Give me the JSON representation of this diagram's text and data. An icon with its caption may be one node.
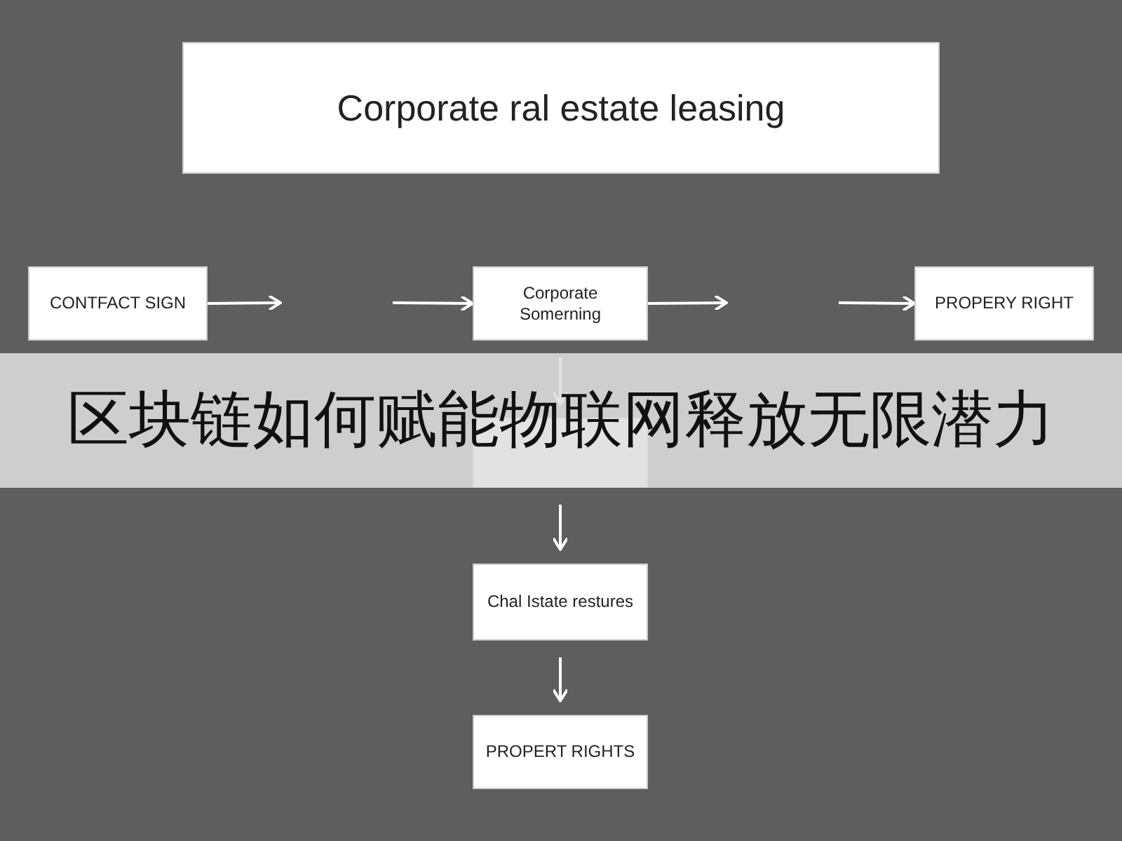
{
  "diagram": {
    "nodes": [
      {
        "text": [
          "Corporate ral estate leasing"
        ]
      },
      {
        "text": [
          "CONTFACT SIGN"
        ]
      },
      {
        "text": [
          "Corporate Somerning"
        ]
      },
      {
        "text": [
          "PROPERY RIGHT"
        ]
      },
      {
        "text": [],
        "shape": "box"
      },
      {
        "text": [
          "Chal Istate restures"
        ]
      },
      {
        "text": [
          "PROPERT RIGHTS"
        ]
      }
    ],
    "edges": [
      {
        "from": 1,
        "to": null,
        "arrow": "to"
      },
      {
        "from": null,
        "to": 2,
        "arrow": "to"
      },
      {
        "from": 2,
        "to": null,
        "arrow": "to"
      },
      {
        "from": null,
        "to": 3,
        "arrow": "to"
      },
      {
        "from": 2,
        "to": 4,
        "arrow": "to"
      },
      {
        "from": 4,
        "to": 5,
        "arrow": "to"
      },
      {
        "from": 5,
        "to": 6,
        "arrow": "to"
      }
    ],
    "labels": [
      "区块链如何赋能物联网释放无限潜力"
    ]
  }
}
